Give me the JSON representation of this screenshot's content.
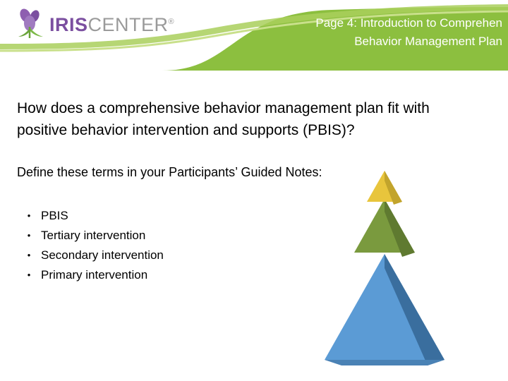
{
  "header": {
    "title_line1": "Page 4: Introduction to Comprehen",
    "title_line2": "Behavior Management Plan",
    "band_color": "#8cbf3f",
    "text_color": "#ffffff"
  },
  "logo": {
    "name_part1": "IRIS",
    "name_part2": "CENTER",
    "registered_mark": "®",
    "iris_color": "#7b4fa0",
    "center_color": "#9a9a9a"
  },
  "main": {
    "question": "How does a comprehensive behavior management plan fit with positive behavior intervention and supports (PBIS)?",
    "subtext": "Define these terms in your Participants’ Guided Notes:",
    "bullet_mark": "•",
    "bullets": [
      {
        "label": "PBIS"
      },
      {
        "label": "Tertiary intervention"
      },
      {
        "label": "Secondary intervention"
      },
      {
        "label": "Primary intervention"
      }
    ]
  },
  "pyramid": {
    "tiers": [
      {
        "name": "tertiary-tier",
        "color": "#e8c53c",
        "shade_color": "#c2a42c"
      },
      {
        "name": "secondary-tier",
        "color": "#7a9a3e",
        "shade_color": "#5f7a30"
      },
      {
        "name": "primary-tier",
        "color": "#5b9bd5",
        "shade_color": "#3a6e9e"
      }
    ]
  }
}
